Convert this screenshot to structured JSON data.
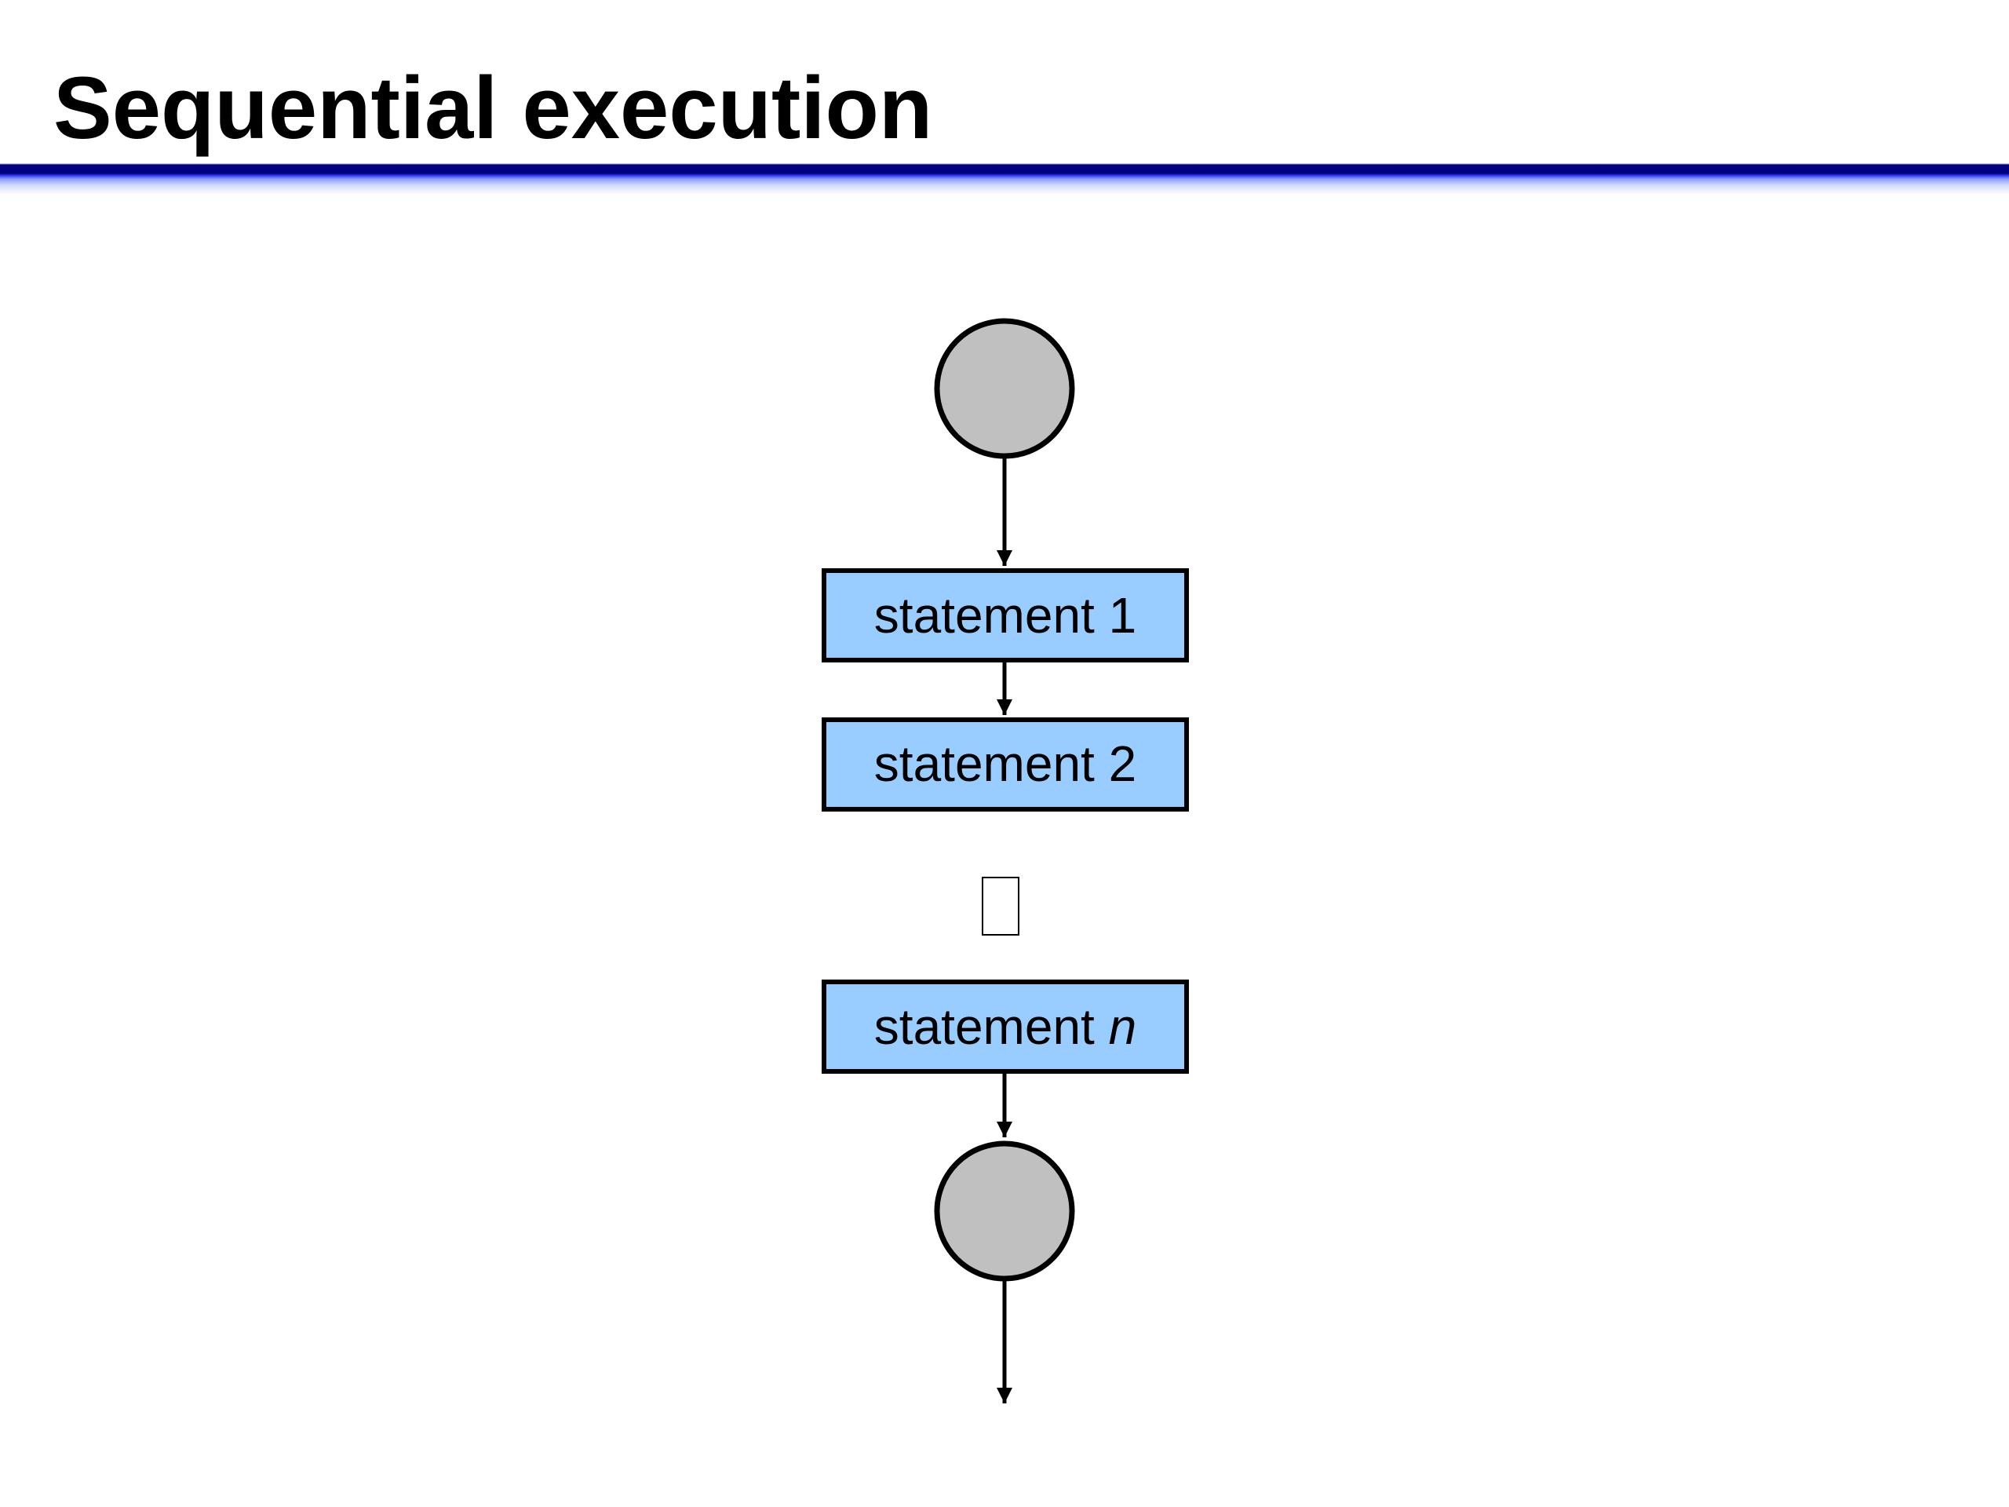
{
  "slide": {
    "title": "Sequential execution"
  },
  "flow": {
    "statements": [
      {
        "label": "statement",
        "suffix": "1",
        "suffix_italic": false
      },
      {
        "label": "statement",
        "suffix": "2",
        "suffix_italic": false
      },
      {
        "label": "statement",
        "suffix": "n",
        "suffix_italic": true
      }
    ],
    "colors": {
      "box_fill": "#99ccff",
      "terminal_fill": "#c0c0c0",
      "stroke": "#000000"
    },
    "ellipsis_icon": "missing-glyph-box"
  }
}
